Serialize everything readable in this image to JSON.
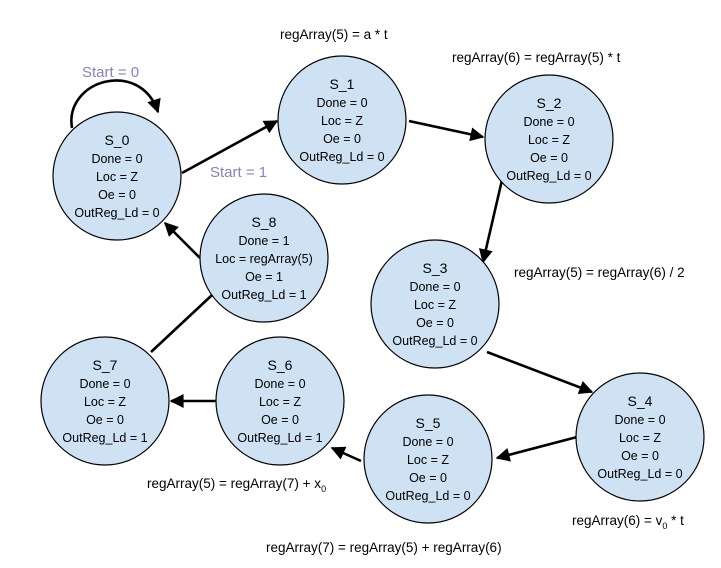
{
  "colors": {
    "state_fill": "#cfe2f3",
    "state_stroke": "#000000",
    "transition_label": "#8a80c0"
  },
  "states": [
    {
      "id": "s0",
      "name": "S_0",
      "done": "Done = 0",
      "loc": "Loc = Z",
      "oe": "Oe = 0",
      "outreg": "OutReg_Ld = 0"
    },
    {
      "id": "s1",
      "name": "S_1",
      "done": "Done = 0",
      "loc": "Loc = Z",
      "oe": "Oe = 0",
      "outreg": "OutReg_Ld = 0"
    },
    {
      "id": "s2",
      "name": "S_2",
      "done": "Done = 0",
      "loc": "Loc = Z",
      "oe": "Oe = 0",
      "outreg": "OutReg_Ld = 0"
    },
    {
      "id": "s3",
      "name": "S_3",
      "done": "Done = 0",
      "loc": "Loc = Z",
      "oe": "Oe = 0",
      "outreg": "OutReg_Ld = 0"
    },
    {
      "id": "s4",
      "name": "S_4",
      "done": "Done = 0",
      "loc": "Loc = Z",
      "oe": "Oe = 0",
      "outreg": "OutReg_Ld = 0"
    },
    {
      "id": "s5",
      "name": "S_5",
      "done": "Done = 0",
      "loc": "Loc = Z",
      "oe": "Oe = 0",
      "outreg": "OutReg_Ld = 0"
    },
    {
      "id": "s6",
      "name": "S_6",
      "done": "Done = 0",
      "loc": "Loc = Z",
      "oe": "Oe = 0",
      "outreg": "OutReg_Ld = 1"
    },
    {
      "id": "s7",
      "name": "S_7",
      "done": "Done = 0",
      "loc": "Loc = Z",
      "oe": "Oe = 0",
      "outreg": "OutReg_Ld = 1"
    },
    {
      "id": "s8",
      "name": "S_8",
      "done": "Done = 1",
      "loc": "Loc = regArray(5)",
      "oe": "Oe = 1",
      "outreg": "OutReg_Ld = 1"
    }
  ],
  "transitions": {
    "start0": "Start = 0",
    "start1": "Start = 1"
  },
  "annotations": {
    "a1": "regArray(5) = a * t",
    "a2": "regArray(6) = regArray(5) * t",
    "a3": "regArray(5) = regArray(6) / 2",
    "a4_pre": "regArray(6) = v",
    "a4_sub": "0",
    "a4_post": " * t",
    "a5": "regArray(7) = regArray(5) + regArray(6)",
    "a6_pre": "regArray(5) = regArray(7) + x",
    "a6_sub": "0"
  }
}
